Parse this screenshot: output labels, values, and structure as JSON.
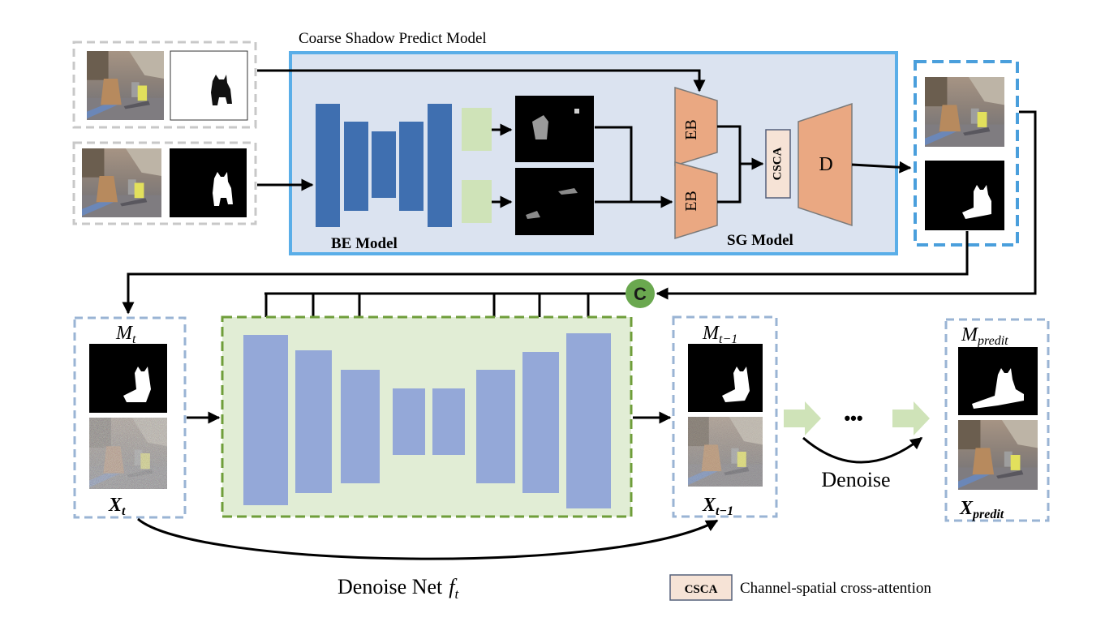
{
  "coarse_model": {
    "title": "Coarse Shadow Predict Model"
  },
  "be_model": {
    "label": "BE Model"
  },
  "sg_model": {
    "label": "SG Model",
    "encoder_top": "EB",
    "encoder_bottom": "EB",
    "attention": "CSCA",
    "decoder": "D"
  },
  "concat": {
    "symbol": "C"
  },
  "input_mt": {
    "label": "M",
    "sub": "t"
  },
  "input_xt": {
    "label": "X",
    "sub": "t"
  },
  "output_mt1": {
    "label": "M",
    "sub": "t−1"
  },
  "output_xt1": {
    "label": "X",
    "sub": "t−1"
  },
  "final_m": {
    "label": "M",
    "sub": "predit"
  },
  "final_x": {
    "label": "X",
    "sub": "predit"
  },
  "ellipsis": "•••",
  "denoise_label": "Denoise",
  "denoise_net": {
    "label": "Denoise Net",
    "symbol": "f",
    "sub": "t"
  },
  "legend": {
    "badge": "CSCA",
    "text": "Channel-spatial cross-attention"
  },
  "colors": {
    "gray_dash": "#c8c8c8",
    "blue_dash": "#4a9fdc",
    "blue_light_dash": "#9ab4d4",
    "green_dash": "#6f9e3a",
    "coarse_bg": "#dbe3f0",
    "coarse_border": "#5aaee8",
    "be_blue": "#3f6fb0",
    "denoise_block": "#94a8d8",
    "denoise_bg": "#e1edd5",
    "green_block": "#cfe3b8",
    "peach": "#eaa882",
    "csca_bg": "#f6e3d6"
  }
}
